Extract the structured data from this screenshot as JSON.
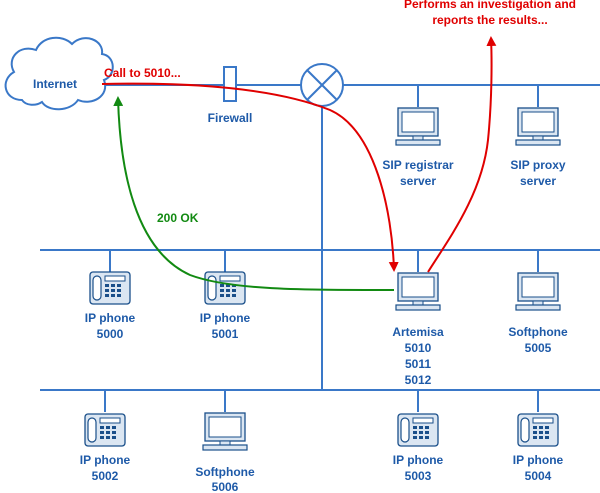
{
  "internet": {
    "label": "Internet"
  },
  "firewall": {
    "label": "Firewall"
  },
  "annotations": {
    "call": "Call to 5010...",
    "ok": "200 OK",
    "investigation_line1": "Performs an investigation and",
    "investigation_line2": "reports the results..."
  },
  "servers": {
    "registrar": {
      "line1": "SIP registrar",
      "line2": "server"
    },
    "proxy": {
      "line1": "SIP proxy",
      "line2": "server"
    }
  },
  "devices": {
    "phone_5000": {
      "line1": "IP phone",
      "line2": "5000"
    },
    "phone_5001": {
      "line1": "IP phone",
      "line2": "5001"
    },
    "artemisa": {
      "line1": "Artemisa",
      "line2": "5010",
      "line3": "5011",
      "line4": "5012"
    },
    "softphone_5005": {
      "line1": "Softphone",
      "line2": "5005"
    },
    "phone_5002": {
      "line1": "IP phone",
      "line2": "5002"
    },
    "softphone_5006": {
      "line1": "Softphone",
      "line2": "5006"
    },
    "phone_5003": {
      "line1": "IP phone",
      "line2": "5003"
    },
    "phone_5004": {
      "line1": "IP phone",
      "line2": "5004"
    }
  },
  "colors": {
    "network": "#3a78c8",
    "label": "#1e5aa8",
    "call_arrow": "#e00000",
    "ok_arrow": "#128a12",
    "device": "#dbe6f2"
  }
}
